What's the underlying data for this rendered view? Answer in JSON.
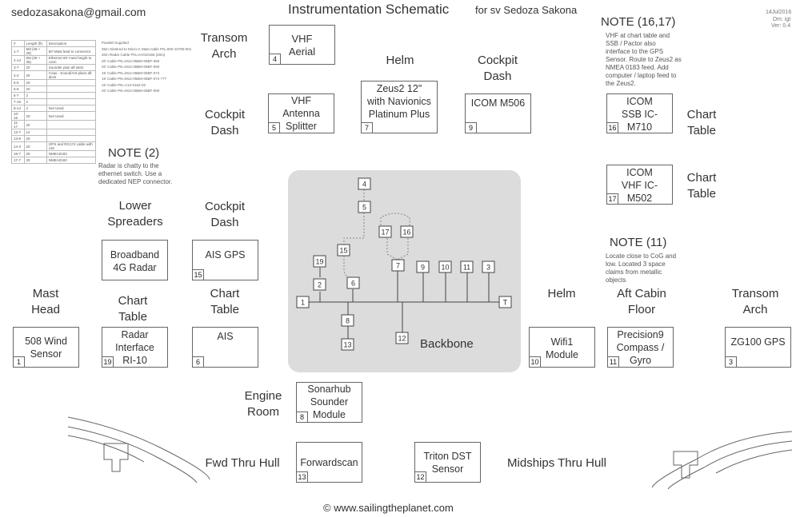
{
  "header": {
    "email": "sedozasakona@gmail.com",
    "title": "Instrumentation Schematic",
    "subtitle": "for sv Sedoza Sakona",
    "meta_date": "14Jul2016",
    "meta_drawn": "Dm: igt",
    "meta_ver": "Ver: 0.4"
  },
  "legend": {
    "headers": [
      "#",
      "Length (ft)",
      "Description"
    ],
    "rows": [
      [
        "1-7",
        "5M (49 + 29)",
        "60' Mast lead to connector"
      ],
      [
        "2-14",
        "5M (29 + 36)",
        "Ethernet 60' mast height to conn"
      ],
      [
        "3-7",
        "20",
        "Sounder plan aft deck"
      ],
      [
        "4-4",
        "20",
        "Coax - Sound/Ant plans aft deck"
      ],
      [
        "5-5",
        "20",
        ""
      ],
      [
        "6-6",
        "20",
        ""
      ],
      [
        "6-7",
        "2",
        ""
      ],
      [
        "7-16",
        "2",
        ""
      ],
      [
        "8-14",
        "2",
        "Not Used"
      ],
      [
        "10-16",
        "20",
        "Not Used"
      ],
      [
        "11-17",
        "20",
        ""
      ],
      [
        "12-7",
        "12",
        ""
      ],
      [
        "13-8",
        "20",
        ""
      ],
      [
        "14-3",
        "20",
        "GPS and RG174 cable with AIS"
      ],
      [
        "16-7",
        "20",
        "NMEA0183"
      ],
      [
        "17-7",
        "20",
        "NMEA0183"
      ]
    ],
    "parts": [
      "Parallel Supplied",
      "35m Sintered to Micro-C Mast cable PN=000-10790-001",
      "20m Radar Cable PN=AA010155 (20m)",
      "20' Cable PN=M12-05BM-05BF-060",
      "20' Cable PN=M12-05BM-05BF-060",
      "15' Cable PN=M12-05BM-05BF-074",
      "15' Cable PN=M12-05BM-05BF-074 ???",
      "15' Cable PN=A12-0162-02",
      "20' Cable PN=M12-05BM-05BF-060"
    ]
  },
  "notes": {
    "n2_title": "NOTE (2)",
    "n2_body": "Radar is chatty to the ethernet switch. Use a dedicated NEP connector.",
    "n1617_title": "NOTE (16,17)",
    "n1617_body": "VHF at chart table and SSB / Pactor also interface to the GPS Sensor. Route to Zeus2 as NMEA 0183 feed. Add computer / laptop feed to the Zeus2.",
    "n11_title": "NOTE (11)",
    "n11_body": "Locate close to CoG and low. Located 3 space claims from metallic objects"
  },
  "locations": {
    "transom_arch_top": "Transom Arch",
    "helm_top": "Helm",
    "cockpit_dash_top": "Cockpit Dash",
    "cockpit_dash_left": "Cockpit Dash",
    "chart_table_16": "Chart Table",
    "chart_table_17": "Chart Table",
    "lower_spreaders": "Lower Spreaders",
    "cockpit_dash_ais": "Cockpit Dash",
    "mast_head": "Mast Head",
    "chart_table_radar": "Chart Table",
    "chart_table_ais": "Chart Table",
    "helm_wifi": "Helm",
    "aft_cabin": "Aft Cabin Floor",
    "transom_arch_gps": "Transom Arch",
    "engine_room": "Engine Room",
    "fwd_thru_hull": "Fwd Thru Hull",
    "midships_thru_hull": "Midships Thru Hull"
  },
  "devices": {
    "vhf_aerial": {
      "name": "VHF Aerial",
      "num": "4"
    },
    "vhf_splitter": {
      "name": "VHF Antenna Splitter",
      "num": "5"
    },
    "zeus2": {
      "name": "Zeus2 12\" with Navionics Platinum Plus",
      "num": "7"
    },
    "icom_m506": {
      "name": "ICOM M506",
      "num": "9"
    },
    "icom_ssb": {
      "name": "ICOM SSB IC-M710",
      "num": "16"
    },
    "icom_vhf": {
      "name": "ICOM VHF IC-M502",
      "num": "17"
    },
    "broadband": {
      "name": "Broadband 4G Radar",
      "num": ""
    },
    "ais_gps": {
      "name": "AIS GPS",
      "num": "15"
    },
    "wind_sensor": {
      "name": "508 Wind Sensor",
      "num": "1"
    },
    "radar_iface": {
      "name": "Radar Interface RI-10",
      "num": "19"
    },
    "ais": {
      "name": "AIS",
      "num": "6"
    },
    "wifi": {
      "name": "Wifi1 Module",
      "num": "10"
    },
    "compass": {
      "name": "Precision9 Compass / Gyro",
      "num": "11"
    },
    "zg100": {
      "name": "ZG100 GPS",
      "num": "3"
    },
    "sonarhub": {
      "name": "Sonarhub Sounder Module",
      "num": "8"
    },
    "forwardscan": {
      "name": "Forwardscan",
      "num": "13"
    },
    "triton": {
      "name": "Triton DST Sensor",
      "num": "12"
    }
  },
  "backbone": {
    "label": "Backbone",
    "nodes": [
      "4",
      "5",
      "17",
      "16",
      "19",
      "15",
      "2",
      "6",
      "7",
      "9",
      "10",
      "11",
      "3",
      "1",
      "T",
      "8",
      "13",
      "12"
    ]
  },
  "footer": {
    "copyright": "© www.sailingtheplanet.com"
  }
}
